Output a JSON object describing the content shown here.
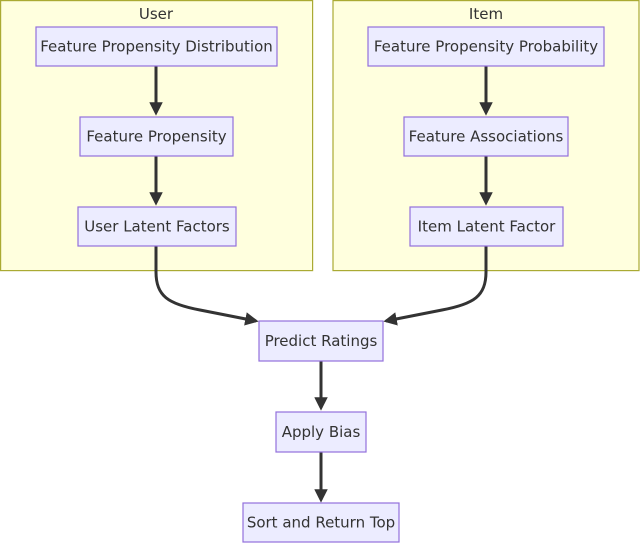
{
  "clusters": {
    "user": {
      "title": "User"
    },
    "item": {
      "title": "Item"
    }
  },
  "nodes": {
    "feature_propensity_distribution": "Feature Propensity Distribution",
    "feature_propensity": "Feature Propensity",
    "user_latent_factors": "User Latent Factors",
    "feature_propensity_probability": "Feature Propensity Probability",
    "feature_associations": "Feature Associations",
    "item_latent_factor": "Item Latent Factor",
    "predict_ratings": "Predict Ratings",
    "apply_bias": "Apply Bias",
    "sort_and_return_top": "Sort and Return Top"
  },
  "colors": {
    "cluster_fill": "#ffffde",
    "cluster_border": "#aaaa33",
    "node_fill": "#ececff",
    "node_border": "#9370db",
    "edge": "#333333",
    "text": "#333333"
  }
}
